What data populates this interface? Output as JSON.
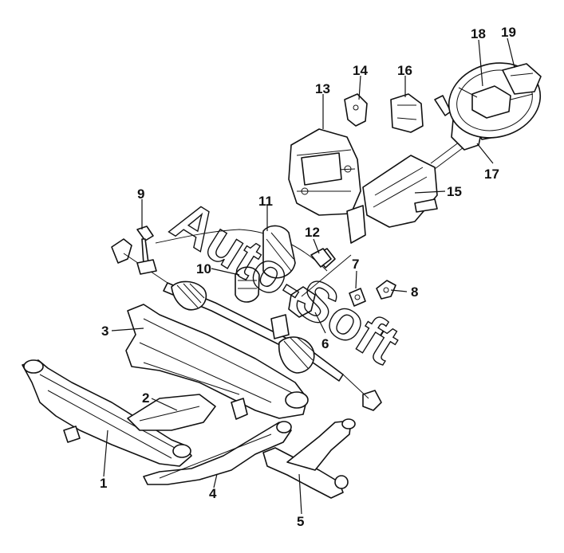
{
  "diagram": {
    "watermark": "Auto-Soft",
    "callouts": [
      "1",
      "2",
      "3",
      "4",
      "5",
      "6",
      "7",
      "8",
      "9",
      "10",
      "11",
      "12",
      "13",
      "14",
      "15",
      "16",
      "17",
      "18",
      "19"
    ]
  }
}
